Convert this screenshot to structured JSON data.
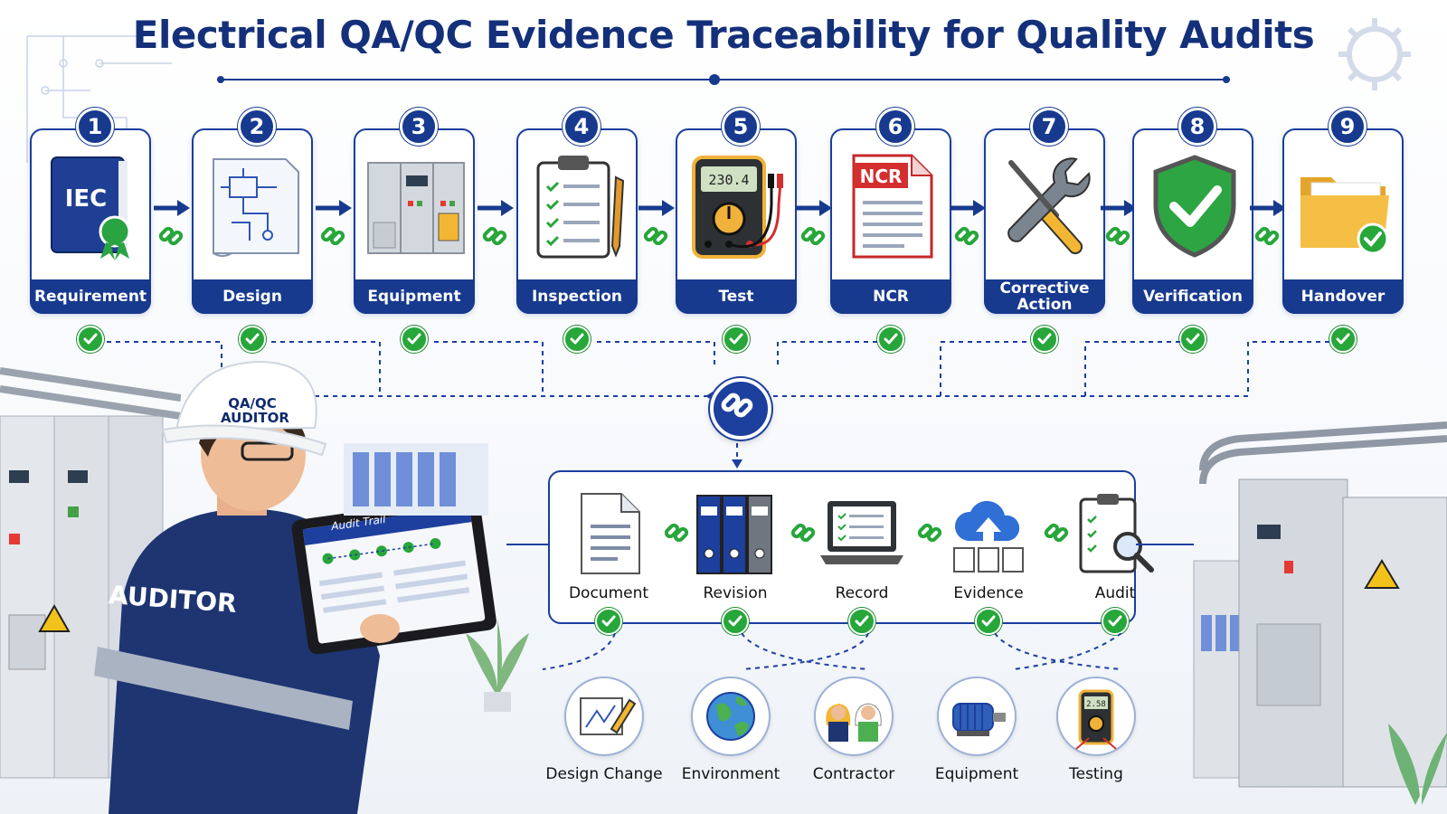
{
  "title": "Electrical QA/QC Evidence Traceability for Quality Audits",
  "steps": [
    {
      "num": "1",
      "label": "Requirement",
      "icon": "standard-book-icon"
    },
    {
      "num": "2",
      "label": "Design",
      "icon": "blueprint-icon"
    },
    {
      "num": "3",
      "label": "Equipment",
      "icon": "switchgear-icon"
    },
    {
      "num": "4",
      "label": "Inspection",
      "icon": "checklist-clipboard-icon"
    },
    {
      "num": "5",
      "label": "Test",
      "icon": "multimeter-icon"
    },
    {
      "num": "6",
      "label": "NCR",
      "icon": "ncr-document-icon"
    },
    {
      "num": "7",
      "label": "Corrective Action",
      "icon": "wrench-screwdriver-icon"
    },
    {
      "num": "8",
      "label": "Verification",
      "icon": "shield-check-icon"
    },
    {
      "num": "9",
      "label": "Handover",
      "icon": "folder-check-icon"
    }
  ],
  "icon_text": {
    "book": "IEC",
    "ncr": "NCR",
    "meter": "230.4",
    "mini_meter": "2.58"
  },
  "documents": [
    {
      "label": "Document",
      "icon": "document-icon"
    },
    {
      "label": "Revision",
      "icon": "binders-icon"
    },
    {
      "label": "Record",
      "icon": "laptop-record-icon"
    },
    {
      "label": "Evidence",
      "icon": "cloud-upload-icon"
    },
    {
      "label": "Audit",
      "icon": "clipboard-magnifier-icon"
    }
  ],
  "categories": [
    {
      "label": "Design Change",
      "icon": "drawing-pencil-icon"
    },
    {
      "label": "Environment",
      "icon": "globe-icon"
    },
    {
      "label": "Contractor",
      "icon": "workers-icon"
    },
    {
      "label": "Equipment",
      "icon": "motor-icon"
    },
    {
      "label": "Testing",
      "icon": "meter-icon"
    }
  ],
  "auditor": {
    "helmet": "QA/QC AUDITOR",
    "vest": "AUDITOR",
    "tablet_title": "Audit Trail"
  },
  "colors": {
    "navy": "#173a8f",
    "green": "#27a63a",
    "red": "#d32f2f",
    "amber": "#f2b632"
  }
}
